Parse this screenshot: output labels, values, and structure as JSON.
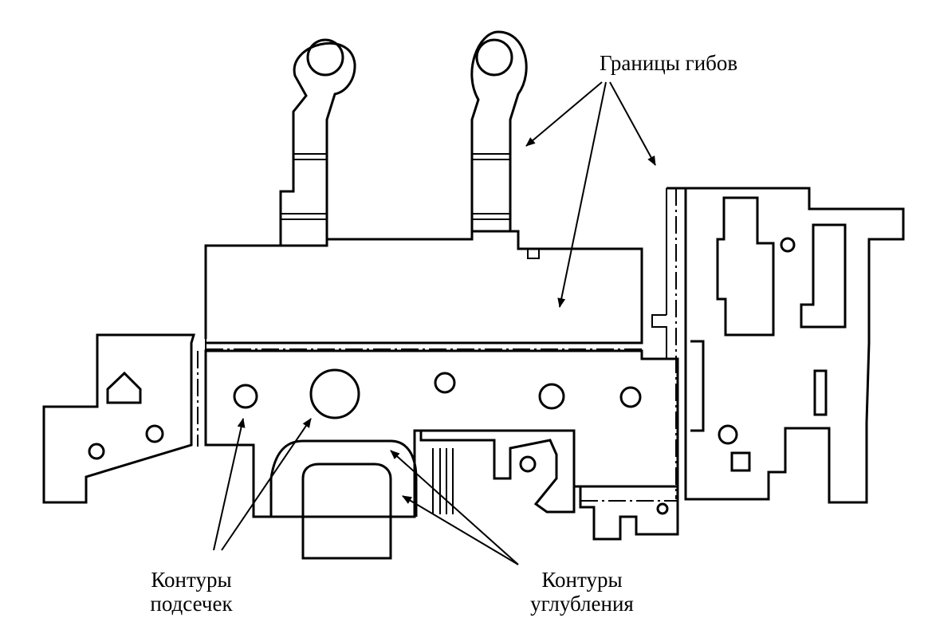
{
  "labels": {
    "bend_boundaries": "Границы гибов",
    "notch_contours_line1": "Контуры",
    "notch_contours_line2": "подсечек",
    "recess_contours_line1": "Контуры",
    "recess_contours_line2": "углубления"
  }
}
